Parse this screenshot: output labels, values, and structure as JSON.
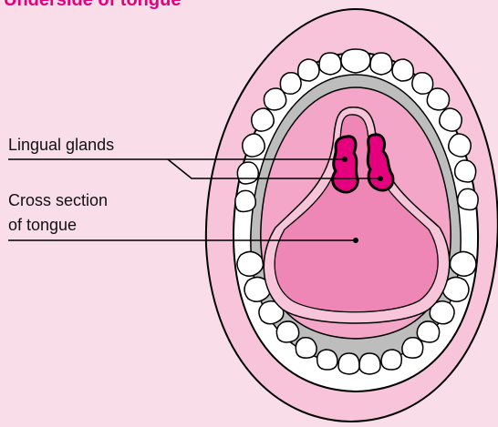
{
  "title": "Underside of tongue",
  "labels": {
    "lingual_glands": "Lingual glands",
    "cross_section_line1": "Cross section",
    "cross_section_line2": "of tongue"
  },
  "colors": {
    "background": "#f9dde9",
    "title": "#e5007e",
    "lip": "#f7c4d9",
    "gum": "#bdbdbd",
    "palate": "#f3a6c8",
    "tongue": "#ee86b6",
    "gland": "#e5007e"
  }
}
